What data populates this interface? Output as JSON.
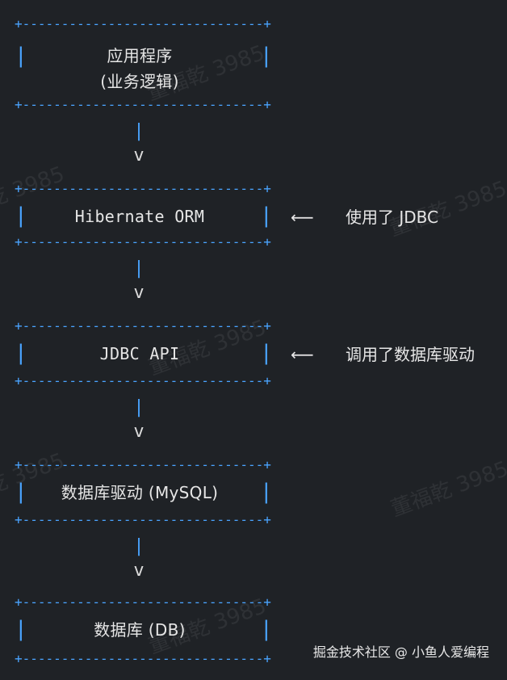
{
  "diagram": {
    "colors": {
      "background": "#1f2226",
      "border": "#4aa4ff",
      "text": "#e6e6e6"
    },
    "border_line": "+-------------------------------+",
    "nodes": [
      {
        "id": "app",
        "lines": [
          "应用程序",
          "(业务逻辑)"
        ]
      },
      {
        "id": "hibernate",
        "label": "Hibernate ORM",
        "annotation": {
          "arrow": "⟵",
          "text": "使用了 JDBC"
        }
      },
      {
        "id": "jdbc",
        "label": "JDBC API",
        "annotation": {
          "arrow": "⟵",
          "text": "调用了数据库驱动"
        }
      },
      {
        "id": "driver",
        "label": "数据库驱动 (MySQL)"
      },
      {
        "id": "db",
        "label": "数据库 (DB)"
      }
    ],
    "connectors": [
      {
        "bar": "|",
        "arrow": "v"
      },
      {
        "bar": "|",
        "arrow": "v"
      },
      {
        "bar": "|",
        "arrow": "v"
      },
      {
        "bar": "|",
        "arrow": "v"
      }
    ],
    "watermark": "董福乾 3985",
    "footer_credit": "掘金技术社区 @ 小鱼人爱编程"
  }
}
